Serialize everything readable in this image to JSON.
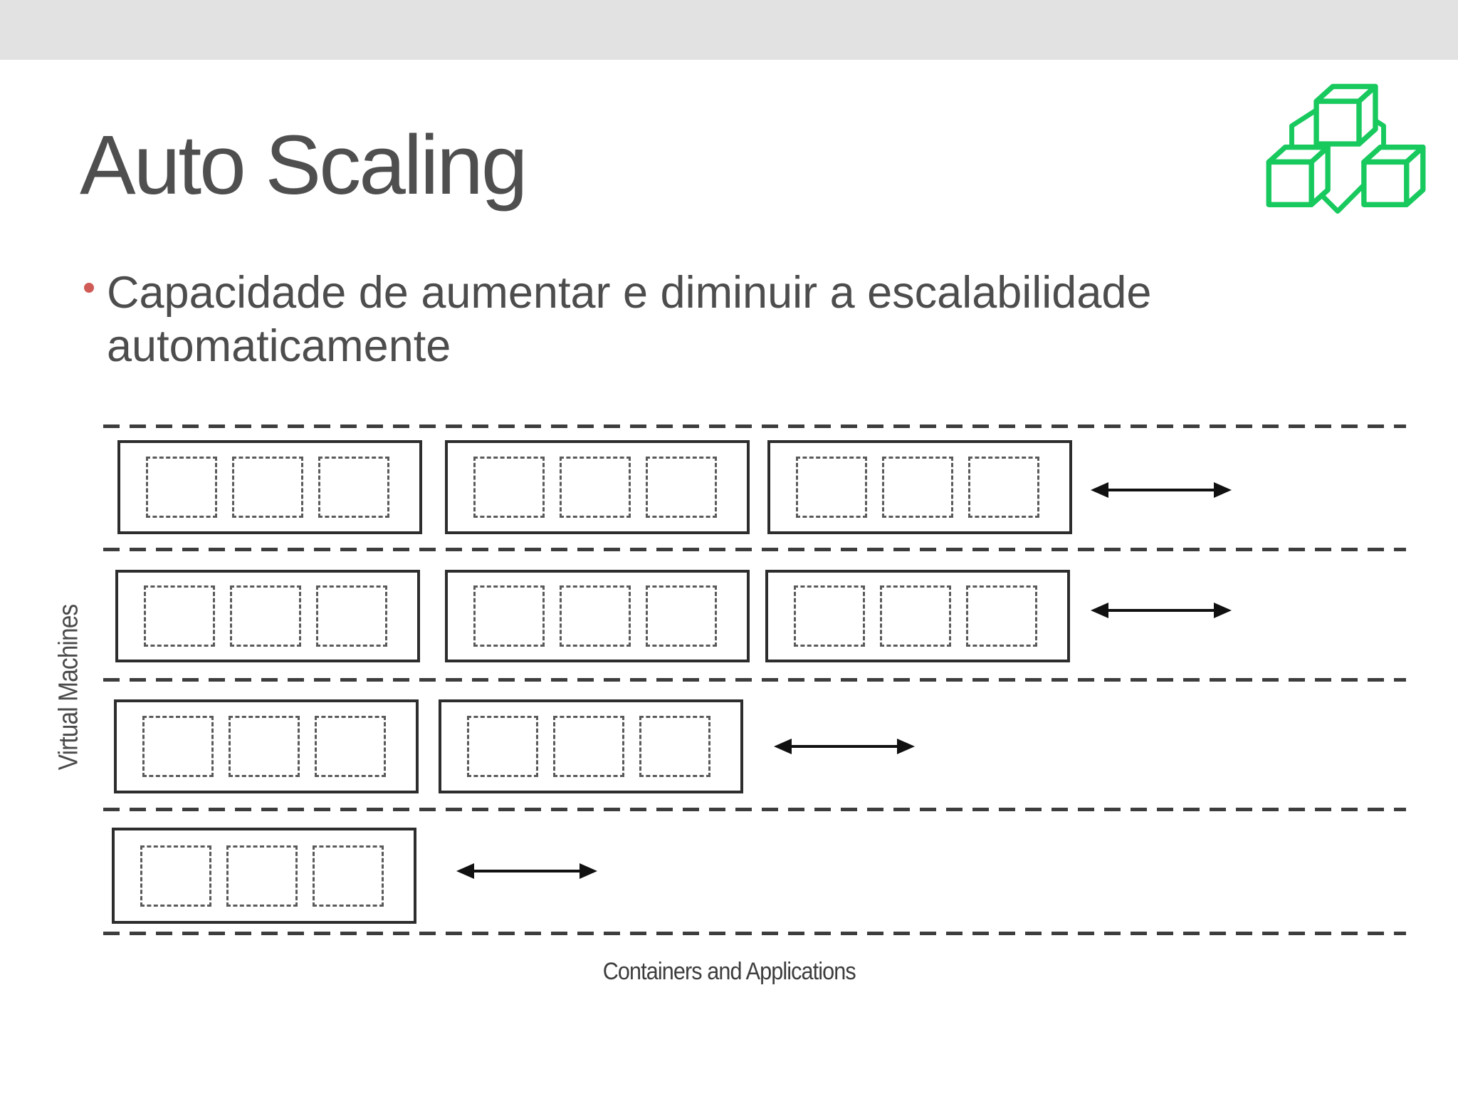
{
  "slide": {
    "title": "Auto Scaling",
    "bullets": [
      {
        "marker": "dot",
        "text": "Capacidade de aumentar e diminuir a escalabilidade automaticamente"
      }
    ]
  },
  "icon": {
    "name": "cubes-cluster-icon",
    "color": "#18c95e"
  },
  "diagram": {
    "left_axis_label": "Virtual Machines",
    "bottom_axis_label": "Containers and Applications",
    "rows": [
      {
        "vms": 3,
        "containers_per_vm": 3,
        "arrow": true
      },
      {
        "vms": 3,
        "containers_per_vm": 3,
        "arrow": true
      },
      {
        "vms": 2,
        "containers_per_vm": 3,
        "arrow": true
      },
      {
        "vms": 1,
        "containers_per_vm": 3,
        "arrow": true
      }
    ]
  },
  "colors": {
    "top_bar": "#e2e2e2",
    "title_text": "#4f4f4f",
    "body_text": "#4d4d4d",
    "bullet_marker": "#d05a56",
    "diagram_ink": "#2d2d2d",
    "accent_green": "#18c95e"
  }
}
